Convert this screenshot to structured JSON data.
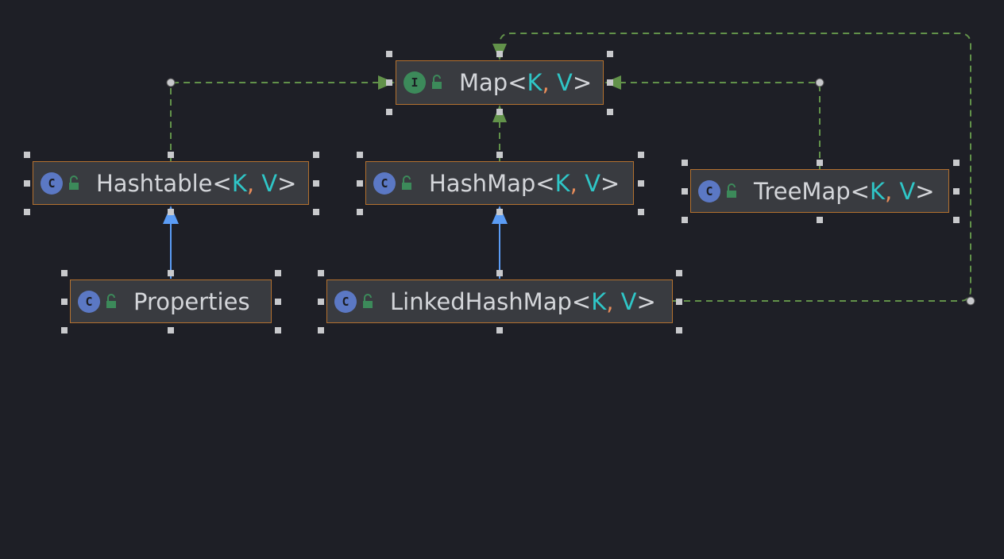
{
  "diagram": {
    "nodes": [
      {
        "id": "map",
        "kind": "interface",
        "kind_letter": "I",
        "name": "Map",
        "type_params": [
          "K",
          "V"
        ],
        "lock_icon": "unlocked-padlock-icon"
      },
      {
        "id": "hashtable",
        "kind": "class",
        "kind_letter": "C",
        "name": "Hashtable",
        "type_params": [
          "K",
          "V"
        ],
        "lock_icon": "unlocked-padlock-icon"
      },
      {
        "id": "hashmap",
        "kind": "class",
        "kind_letter": "C",
        "name": "HashMap",
        "type_params": [
          "K",
          "V"
        ],
        "lock_icon": "unlocked-padlock-icon"
      },
      {
        "id": "treemap",
        "kind": "class",
        "kind_letter": "C",
        "name": "TreeMap",
        "type_params": [
          "K",
          "V"
        ],
        "lock_icon": "unlocked-padlock-icon"
      },
      {
        "id": "properties",
        "kind": "class",
        "kind_letter": "C",
        "name": "Properties",
        "type_params": [],
        "lock_icon": "unlocked-padlock-icon"
      },
      {
        "id": "linkedhashmap",
        "kind": "class",
        "kind_letter": "C",
        "name": "LinkedHashMap",
        "type_params": [
          "K",
          "V"
        ],
        "lock_icon": "unlocked-padlock-icon"
      }
    ],
    "edges": [
      {
        "from": "hashtable",
        "to": "map",
        "relation": "implements"
      },
      {
        "from": "hashmap",
        "to": "map",
        "relation": "implements"
      },
      {
        "from": "treemap",
        "to": "map",
        "relation": "implements"
      },
      {
        "from": "linkedhashmap",
        "to": "map",
        "relation": "implements"
      },
      {
        "from": "properties",
        "to": "hashtable",
        "relation": "extends"
      },
      {
        "from": "linkedhashmap",
        "to": "hashmap",
        "relation": "extends"
      }
    ],
    "colors": {
      "background": "#1e1f26",
      "node_fill": "#393b40",
      "node_border": "#b4712f",
      "class_badge": "#5b78c4",
      "interface_badge": "#3c8a5a",
      "implements_edge": "#62924a",
      "extends_edge": "#5b9cf5",
      "type_param": "#2fc6c7",
      "comma": "#e78c5a",
      "text": "#d4d6da"
    }
  }
}
